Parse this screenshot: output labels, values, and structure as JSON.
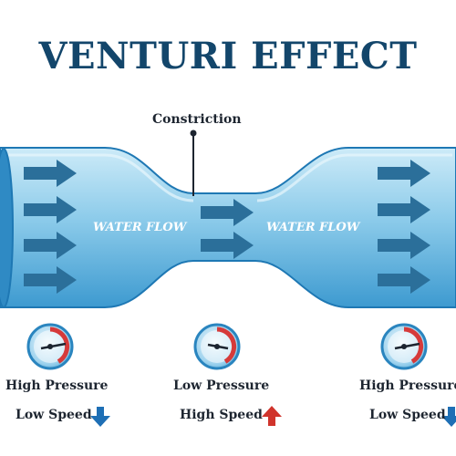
{
  "title": "VENTURI EFFECT",
  "constriction_label": "Constriction",
  "flow_label": "WATER FLOW",
  "stations": [
    {
      "pressure": "High Pressure",
      "speed": "Low Speed",
      "speed_direction": "down",
      "gauge_level": 0.8
    },
    {
      "pressure": "Low Pressure",
      "speed": "High Speed",
      "speed_direction": "up",
      "gauge_level": 0.45
    },
    {
      "pressure": "High Pressure",
      "speed": "Low Speed",
      "speed_direction": "down",
      "gauge_level": 0.8
    }
  ],
  "colors": {
    "title": "#13466b",
    "pipe_light": "#bfe4f6",
    "pipe_dark": "#3f9fd3",
    "outline": "#1e78b4",
    "arrow": "#2b6f9a",
    "down_arrow": "#1e6fb5",
    "up_arrow": "#d0342c",
    "gauge_red": "#d63a3a"
  }
}
